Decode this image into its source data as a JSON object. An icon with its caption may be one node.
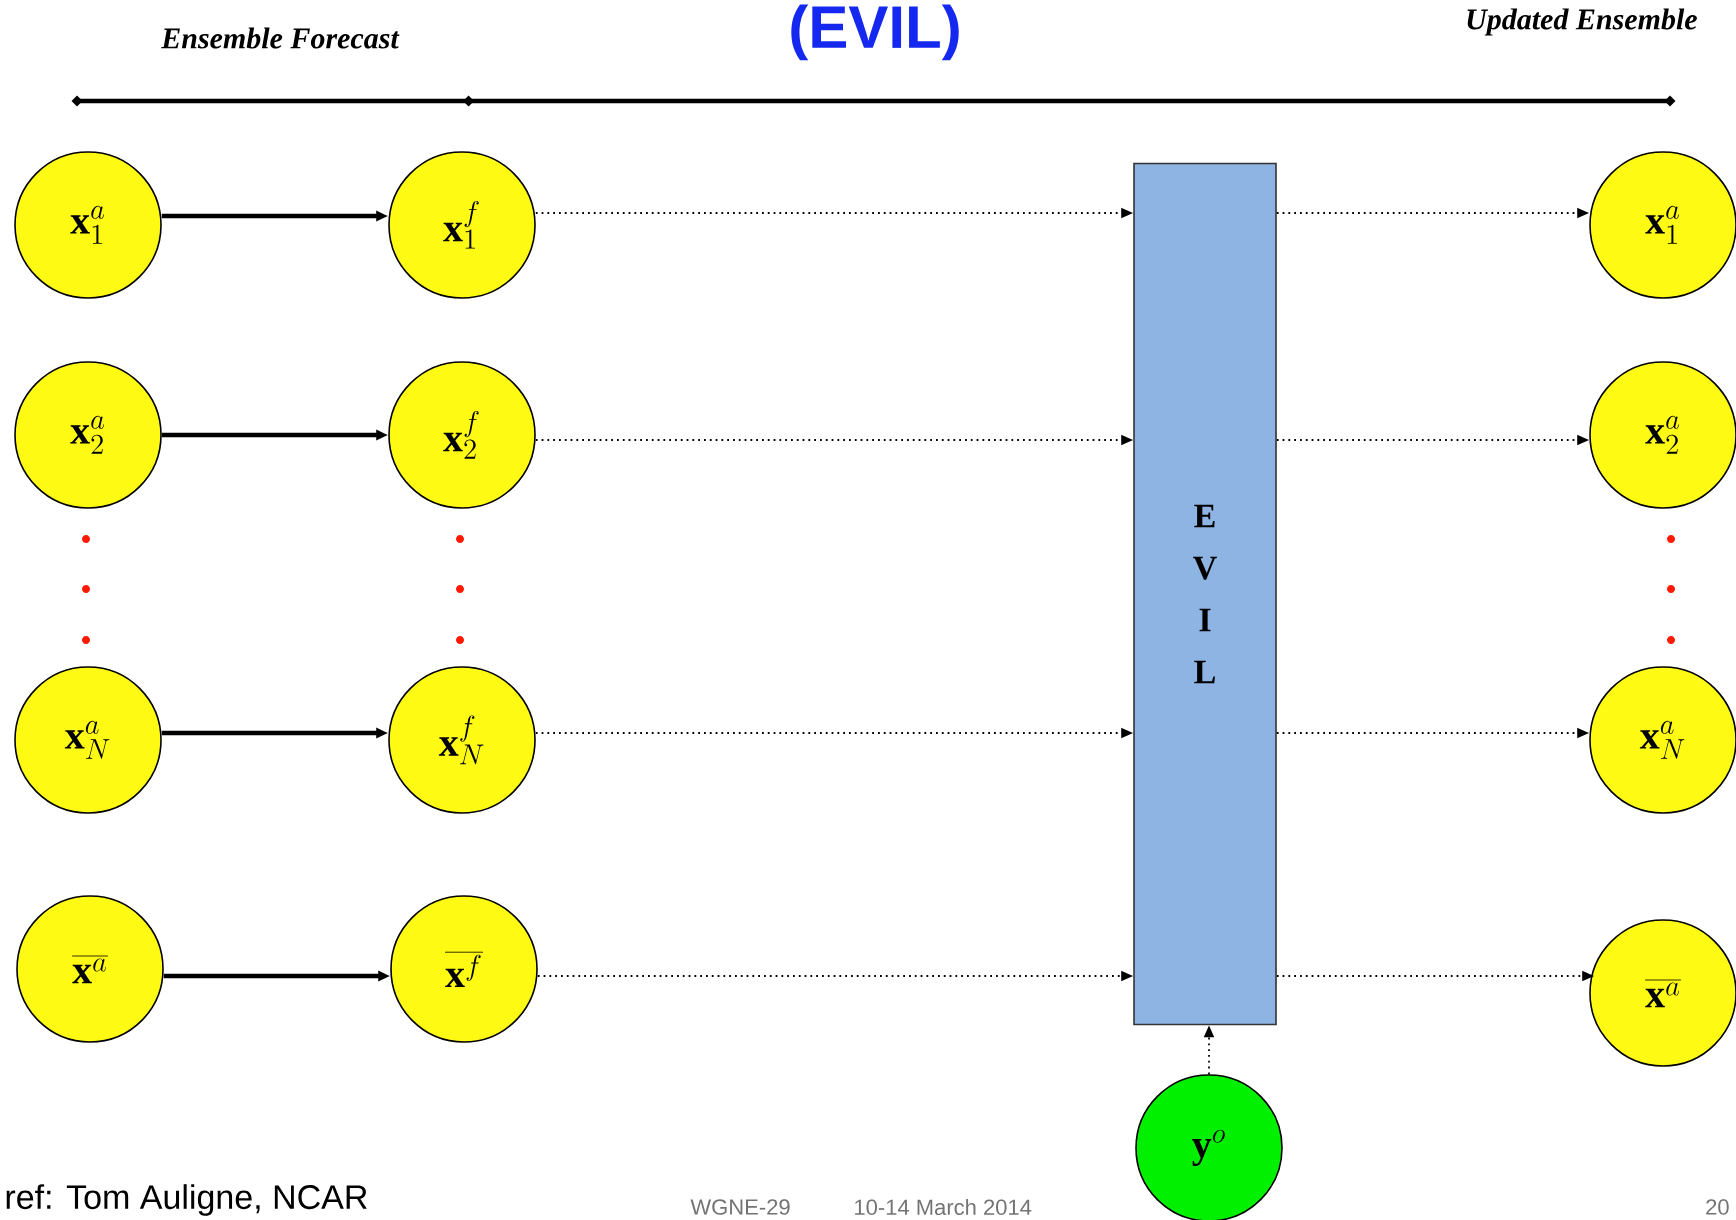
{
  "diagram": {
    "title": "(EVIL)",
    "nodes": [
      {
        "text": [
          "\\mathbf{x}_1^{a}"
        ]
      },
      {
        "text": [
          "\\mathbf{x}_2^{a}"
        ]
      },
      {
        "text": [
          "\\mathbf{x}_N^{a}"
        ]
      },
      {
        "text": [
          "\\overline{\\mathbf{x}^{a}}"
        ]
      },
      {
        "text": [
          "\\mathbf{x}_1^{f}"
        ]
      },
      {
        "text": [
          "\\mathbf{x}_2^{f}"
        ]
      },
      {
        "text": [
          "\\mathbf{x}_N^{f}"
        ]
      },
      {
        "text": [
          "\\overline{\\mathbf{x}^{f}}"
        ]
      },
      {
        "text": [
          "E V I L"
        ]
      },
      {
        "text": [
          "\\mathbf{x}_1^{a}"
        ]
      },
      {
        "text": [
          "\\mathbf{x}_2^{a}"
        ]
      },
      {
        "text": [
          "\\mathbf{x}_N^{a}"
        ]
      },
      {
        "text": [
          "\\overline{\\mathbf{x}^{a}}"
        ]
      },
      {
        "text": [
          "\\mathbf{y}^{o}"
        ]
      }
    ],
    "edges": [
      {
        "from": 0,
        "to": 4,
        "arrow": "to"
      },
      {
        "from": 1,
        "to": 5,
        "arrow": "to"
      },
      {
        "from": 2,
        "to": 6,
        "arrow": "to"
      },
      {
        "from": 3,
        "to": 7,
        "arrow": "to"
      },
      {
        "from": 4,
        "to": 8,
        "arrow": "to",
        "style": "dashed"
      },
      {
        "from": 5,
        "to": 8,
        "arrow": "to",
        "style": "dashed"
      },
      {
        "from": 6,
        "to": 8,
        "arrow": "to",
        "style": "dashed"
      },
      {
        "from": 7,
        "to": 8,
        "arrow": "to",
        "style": "dashed"
      },
      {
        "from": 8,
        "to": 9,
        "arrow": "to",
        "style": "dashed"
      },
      {
        "from": 8,
        "to": 10,
        "arrow": "to",
        "style": "dashed"
      },
      {
        "from": 8,
        "to": 11,
        "arrow": "to",
        "style": "dashed"
      },
      {
        "from": 8,
        "to": 12,
        "arrow": "to",
        "style": "dashed"
      },
      {
        "from": 13,
        "to": 8,
        "arrow": "to",
        "style": "dashed"
      }
    ],
    "labels": [
      "Ensemble Forecast",
      "Updated Ensemble",
      "ref:  Tom Auligne, NCAR",
      "WGNE-29",
      "10-14 March 2014",
      "20"
    ]
  }
}
